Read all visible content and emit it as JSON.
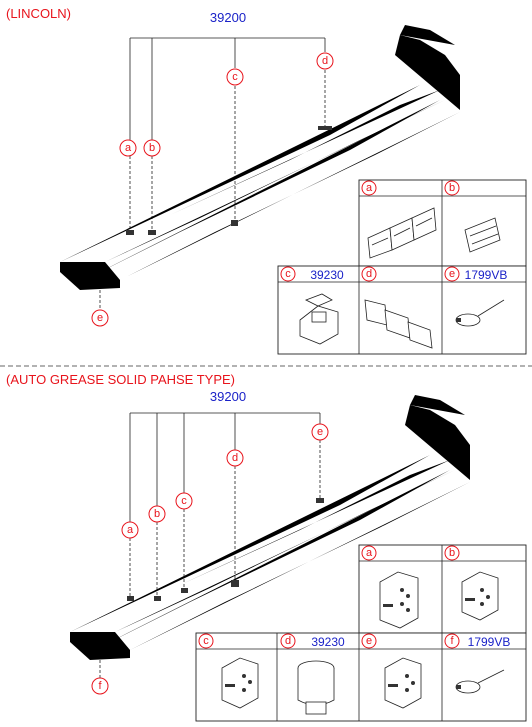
{
  "sections": [
    {
      "title": "(LINCOLN)",
      "main_part": "39200",
      "bubbles": [
        "a",
        "b",
        "c",
        "d",
        "e"
      ],
      "parts_table": [
        {
          "letter": "a",
          "part_no": ""
        },
        {
          "letter": "b",
          "part_no": ""
        },
        {
          "letter": "c",
          "part_no": "39230"
        },
        {
          "letter": "d",
          "part_no": ""
        },
        {
          "letter": "e",
          "part_no": "1799VB"
        }
      ]
    },
    {
      "title": "(AUTO GREASE SOLID PAHSE TYPE)",
      "main_part": "39200",
      "bubbles": [
        "a",
        "b",
        "c",
        "d",
        "e",
        "f"
      ],
      "parts_table": [
        {
          "letter": "a",
          "part_no": ""
        },
        {
          "letter": "b",
          "part_no": ""
        },
        {
          "letter": "c",
          "part_no": ""
        },
        {
          "letter": "d",
          "part_no": "39230"
        },
        {
          "letter": "e",
          "part_no": ""
        },
        {
          "letter": "f",
          "part_no": "1799VB"
        }
      ]
    }
  ],
  "colors": {
    "title": "#e8141c",
    "part_number": "#1a22c8",
    "bubble": "#e8141c"
  }
}
